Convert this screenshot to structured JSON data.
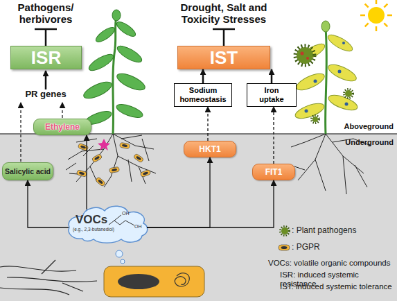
{
  "diagram": {
    "nodes": [
      {
        "text": [
          "ISR"
        ]
      },
      {
        "text": [
          "IST"
        ]
      },
      {
        "text": [
          "Sodium homeostasis"
        ]
      },
      {
        "text": [
          "Iron uptake"
        ]
      },
      {
        "text": [
          "Ethylene"
        ]
      },
      {
        "text": [
          "HKT1"
        ]
      },
      {
        "text": [
          "Salicylic acid"
        ]
      },
      {
        "text": [
          "FIT1"
        ]
      },
      {
        "text": [
          "OH",
          "VOCs",
          "(e.g., 2,3-butanediol)",
          "OH"
        ]
      }
    ],
    "edges": [
      {
        "from": 2,
        "to": 1,
        "arrow": "to"
      },
      {
        "from": 3,
        "to": 1,
        "arrow": "to"
      },
      {
        "from": 5,
        "to": 2,
        "arrow": "to"
      },
      {
        "from": 7,
        "to": 3,
        "arrow": "to"
      },
      {
        "from": 8,
        "to": 6,
        "arrow": "to"
      },
      {
        "from": 8,
        "to": 4,
        "arrow": "to"
      },
      {
        "from": 8,
        "to": 5,
        "arrow": "to"
      },
      {
        "from": 8,
        "to": 7,
        "arrow": "to"
      }
    ],
    "labels": [
      "Pathogens/ herbivores",
      "PR genes",
      "Drought, Salt and Toxicity Stresses",
      "Aboveground",
      "Underground",
      "VOCs: volatile organic compounds",
      "ISR: induced systemic resistance",
      "IST: induced systemic tolerance"
    ],
    "legend": [
      {
        "text": ": Plant pathogens"
      },
      {
        "text": ": PGPR"
      }
    ]
  }
}
